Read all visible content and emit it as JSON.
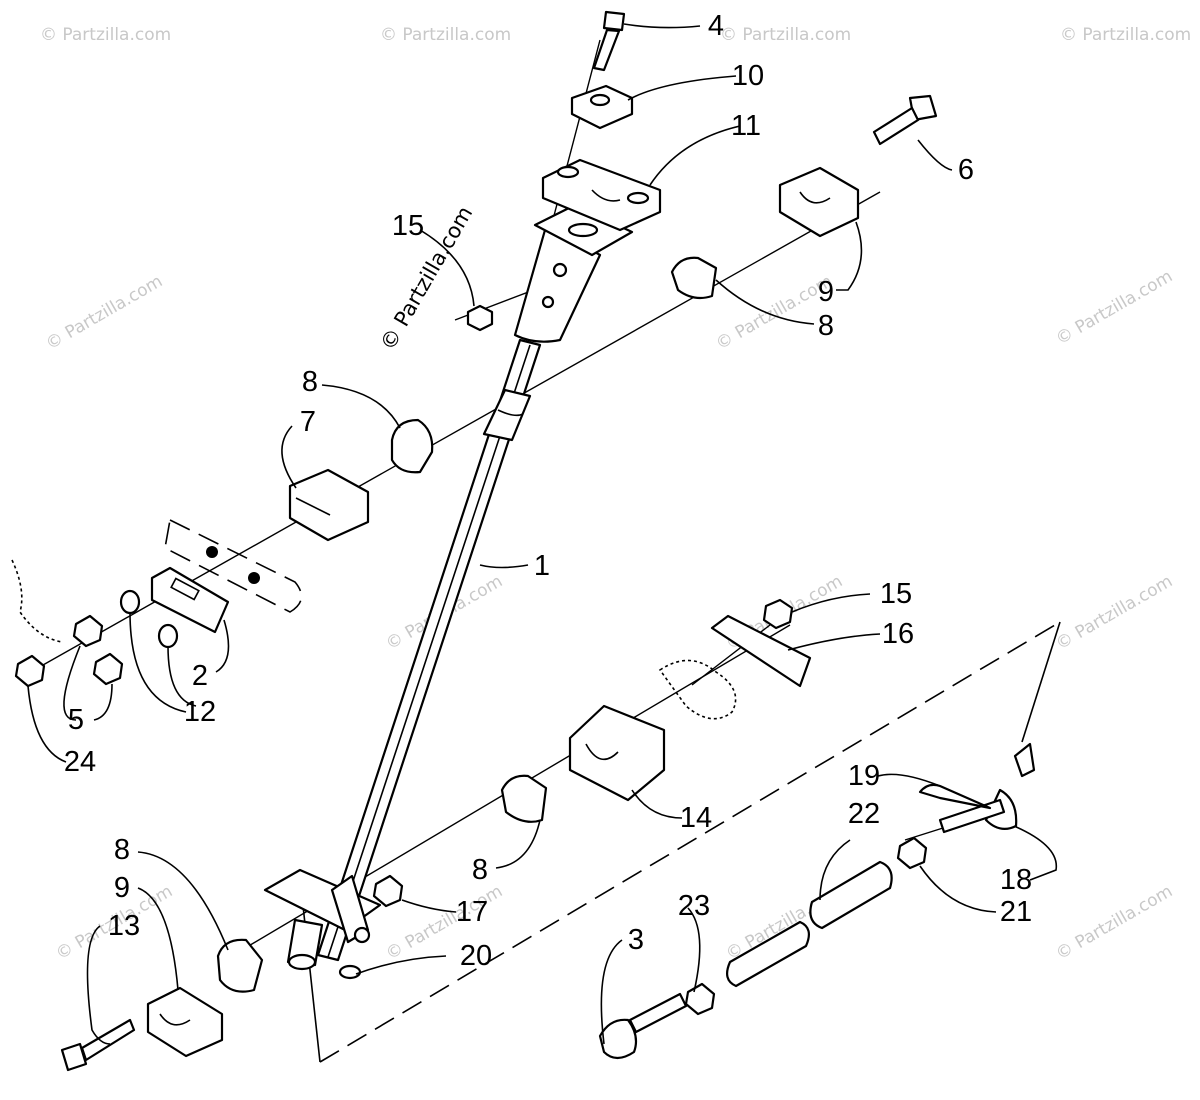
{
  "watermark": {
    "text": "© Partzilla.com"
  },
  "callouts": {
    "c1": "1",
    "c2": "2",
    "c3": "3",
    "c4": "4",
    "c5": "5",
    "c6": "6",
    "c7": "7",
    "c8a": "8",
    "c8b": "8",
    "c8c": "8",
    "c8d": "8",
    "c9a": "9",
    "c9b": "9",
    "c10": "10",
    "c11": "11",
    "c12": "12",
    "c13": "13",
    "c14": "14",
    "c15a": "15",
    "c15b": "15",
    "c16": "16",
    "c17": "17",
    "c18": "18",
    "c19": "19",
    "c20": "20",
    "c21": "21",
    "c22": "22",
    "c23": "23",
    "c24": "24"
  }
}
